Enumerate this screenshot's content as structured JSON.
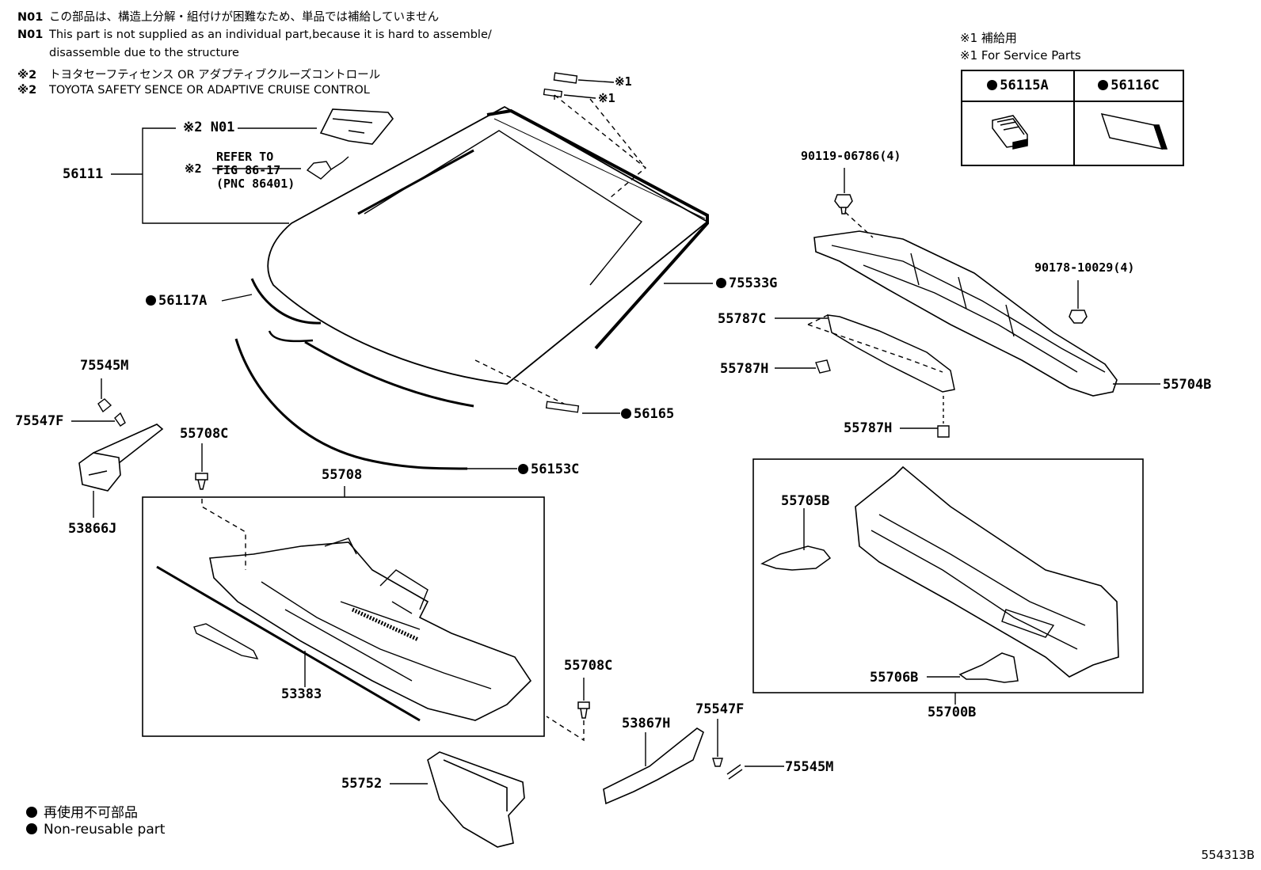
{
  "notes": [
    {
      "code": "N01",
      "text": "この部品は、構造上分解・組付けが困難なため、単品では補給していません"
    },
    {
      "code": "N01",
      "text": "This part is not supplied as an individual part,because it is hard to assemble/"
    },
    {
      "code": "",
      "text": "disassemble due to the structure"
    },
    {
      "code": "※2",
      "text": "トヨタセーフティセンス  OR  アダプティブクルーズコントロール"
    },
    {
      "code": "※2",
      "text": "TOYOTA SAFETY SENCE OR ADAPTIVE CRUISE CONTROL"
    }
  ],
  "service_parts": {
    "title_jp": "※1 補給用",
    "title_en": "※1 For Service Parts",
    "columns": [
      "56115A",
      "56116C"
    ]
  },
  "labels": {
    "p56111": "56111",
    "n01_marker": "※2 N01",
    "refer_marker": "※2",
    "refer_lines": [
      "REFER TO",
      "FIG 86-17",
      "(PNC 86401)"
    ],
    "mark1a": "※1",
    "mark1b": "※1",
    "p56117A": "56117A",
    "p75533G": "75533G",
    "p56165": "56165",
    "p56153C": "56153C",
    "p75545M_left": "75545M",
    "p75547F_left": "75547F",
    "p53866J": "53866J",
    "p55708C_top": "55708C",
    "p55708": "55708",
    "p53383": "53383",
    "p55708C_bottom": "55708C",
    "p53867H": "53867H",
    "p75547F_right": "75547F",
    "p75545M_right": "75545M",
    "p55752": "55752",
    "p90119": "90119-06786(4)",
    "p90178": "90178-10029(4)",
    "p55787C": "55787C",
    "p55787H_upper": "55787H",
    "p55787H_lower": "55787H",
    "p55704B": "55704B",
    "p55705B": "55705B",
    "p55706B": "55706B",
    "p55700B": "55700B"
  },
  "legend": {
    "jp": "再使用不可部品",
    "en": "Non-reusable part"
  },
  "figure_number": "554313B"
}
